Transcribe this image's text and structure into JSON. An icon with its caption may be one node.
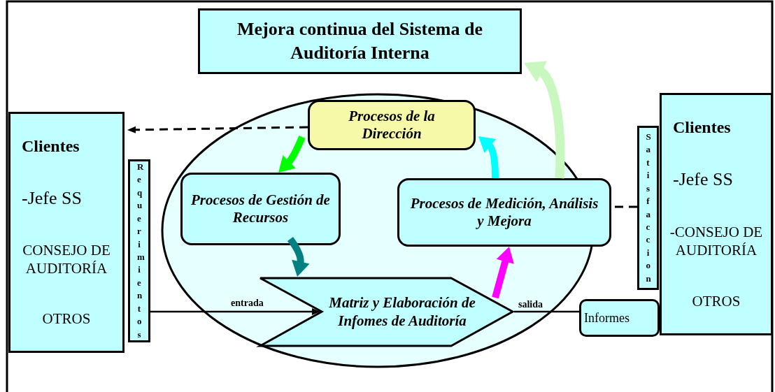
{
  "diagram": {
    "nodes": [
      {
        "text": [
          "Mejora continua del Sistema de Auditoría Interna"
        ]
      },
      {
        "text": [
          "Clientes",
          "-Jefe SS",
          "CONSEJO DE AUDITORÍA",
          "OTROS"
        ]
      },
      {
        "text": [
          "Requerimientos"
        ]
      },
      {
        "text": [
          "Procesos de la Dirección"
        ]
      },
      {
        "text": [
          "Procesos de Gestión de Recursos"
        ]
      },
      {
        "text": [
          "Procesos de Medición, Análisis y Mejora"
        ]
      },
      {
        "text": [
          "Matriz y Elaboración de Infomes de Auditoría"
        ]
      },
      {
        "text": [
          "Informes"
        ]
      },
      {
        "text": [
          "Satisfaccion"
        ]
      },
      {
        "text": [
          "Clientes",
          "-Jefe SS",
          "-CONSEJO DE AUDITORÍA",
          "OTROS"
        ]
      }
    ],
    "edges": [
      {
        "from": 3,
        "to": 1,
        "arrow": "to",
        "style": "dashed"
      },
      {
        "from": 3,
        "to": 4,
        "arrow": "to",
        "color": "#00ff00"
      },
      {
        "from": 4,
        "to": 6,
        "arrow": "to",
        "color": "#008080"
      },
      {
        "from": 6,
        "to": 5,
        "arrow": "to",
        "color": "#ff00ff"
      },
      {
        "from": 5,
        "to": 3,
        "arrow": "to",
        "color": "#00ffff"
      },
      {
        "from": 5,
        "to": 0,
        "arrow": "to",
        "color": "#c8f8c0"
      },
      {
        "from": 2,
        "to": 6,
        "arrow": "to",
        "label": "entrada"
      },
      {
        "from": 6,
        "to": 7,
        "arrow": "none",
        "label": "salida"
      },
      {
        "from": 8,
        "to": 5,
        "arrow": "none",
        "style": "dashed"
      }
    ]
  }
}
